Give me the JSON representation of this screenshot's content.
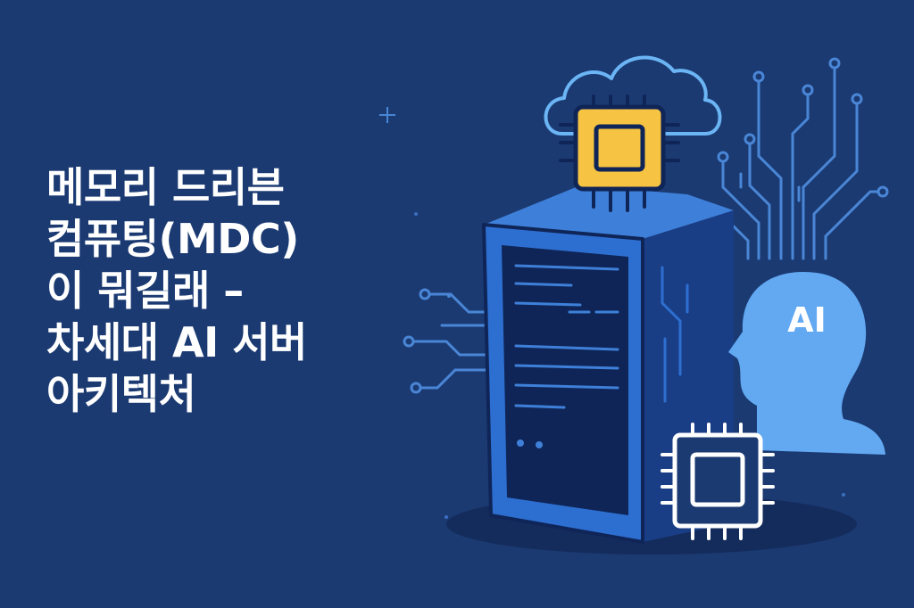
{
  "headline": {
    "lines": [
      "메모리 드리븐",
      "컴퓨팅(MDC)",
      "이 뭐길래 –",
      "차세대 AI 서버",
      "아키텍처"
    ]
  },
  "illustration": {
    "head_badge": "AI",
    "icons": [
      "cloud-icon",
      "chip-icon",
      "server-icon",
      "ai-head-icon",
      "circuit-icon"
    ],
    "colors": {
      "background": "#1b3a72",
      "server_front": "#2d6fd0",
      "server_side": "#1a3e86",
      "screen": "#0f2557",
      "chip_gold": "#f6c343",
      "head": "#62a9f2",
      "line": "#4a86d6"
    }
  }
}
